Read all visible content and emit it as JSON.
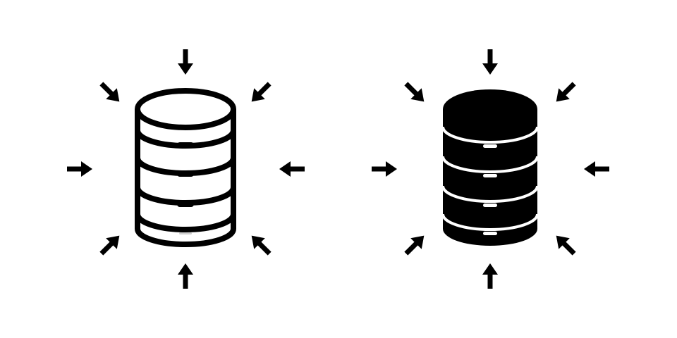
{
  "icons": [
    {
      "name": "database-outline-icon",
      "style": "outline",
      "disks": 4
    },
    {
      "name": "database-filled-icon",
      "style": "filled",
      "disks": 4
    }
  ],
  "arrows": {
    "count": 8,
    "direction": "inward",
    "name": "arrow-icon"
  },
  "colors": {
    "ink": "#000000",
    "background": "#ffffff"
  }
}
